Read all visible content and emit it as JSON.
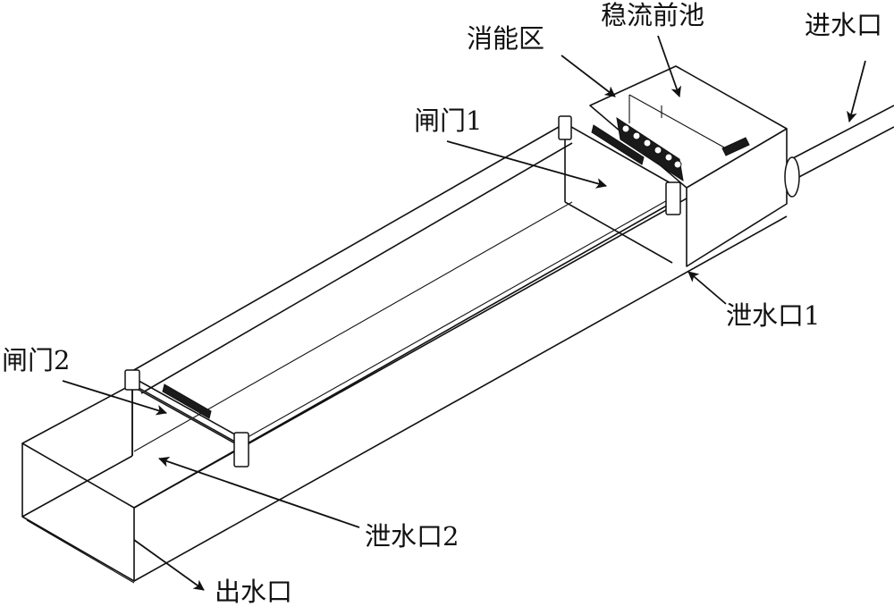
{
  "labels": {
    "energy_zone": "消能区",
    "stilling_pool": "稳流前池",
    "inlet": "进水口",
    "gate1": "闸门1",
    "outlet1": "泄水口1",
    "gate2": "闸门2",
    "outlet2": "泄水口2",
    "outlet": "出水口"
  }
}
